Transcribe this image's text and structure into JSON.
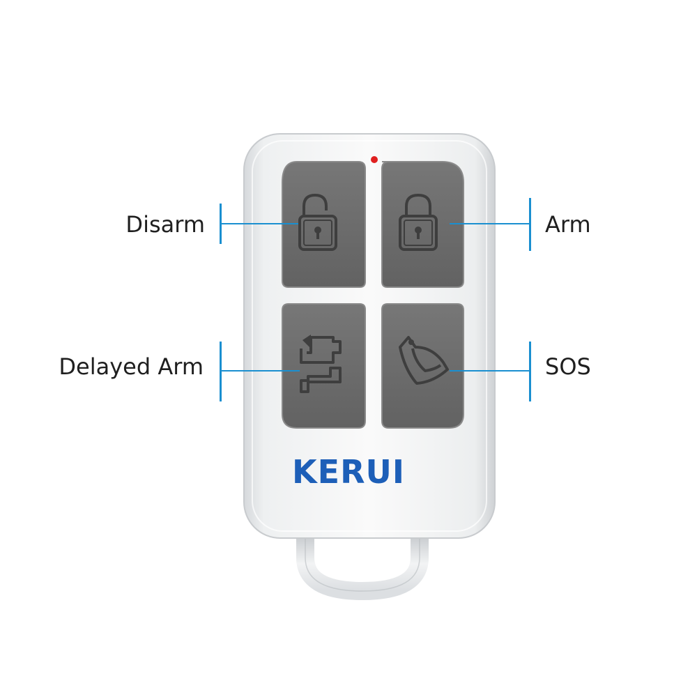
{
  "labels": {
    "disarm": "Disarm",
    "arm": "Arm",
    "delayed_arm": "Delayed Arm",
    "sos": "SOS"
  },
  "brand": "KERUI",
  "colors": {
    "accent": "#1a8fd0",
    "brand": "#1d5fb8",
    "button": "#6b6b6b",
    "led": "#e02020"
  },
  "icons": {
    "disarm": "unlocked-padlock-icon",
    "arm": "locked-padlock-icon",
    "delayed_arm": "arrows-exchange-icon",
    "sos": "bell-icon"
  }
}
